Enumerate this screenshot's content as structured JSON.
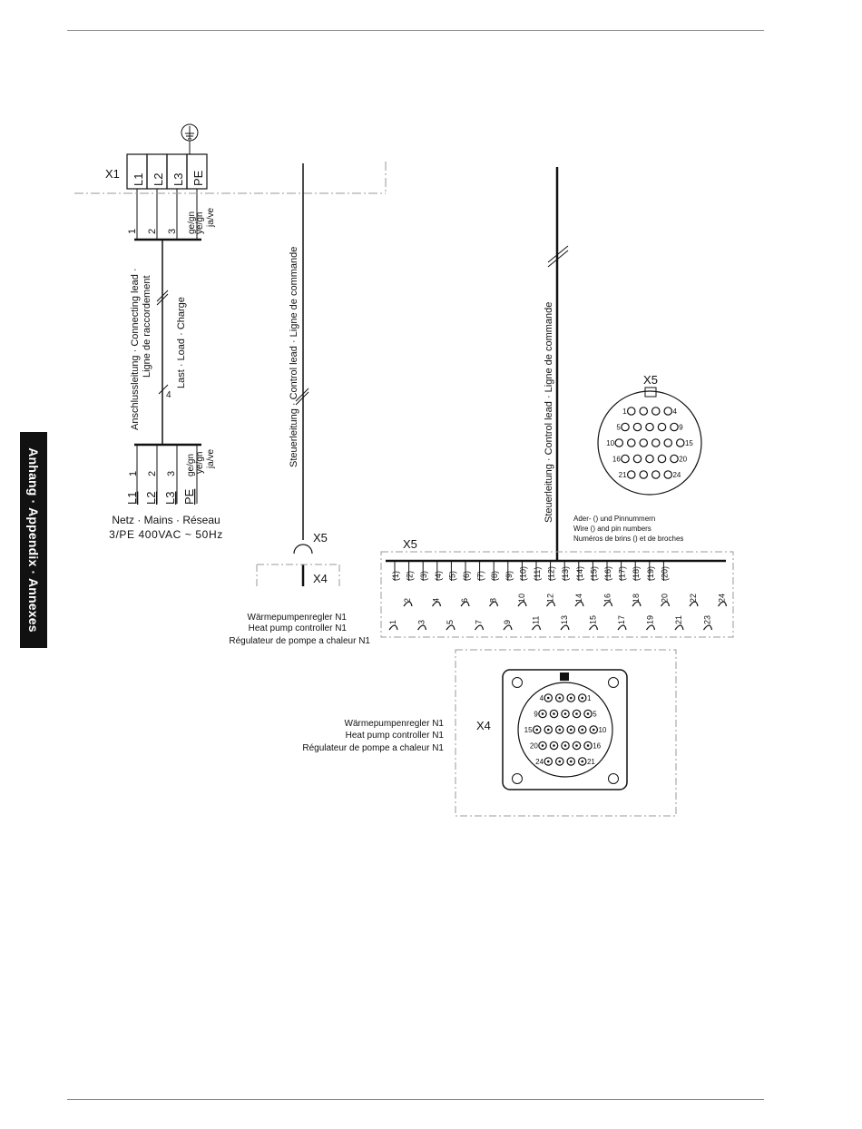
{
  "side_tab": "Anhang · Appendix · Annexes",
  "x1": {
    "label": "X1",
    "terminals": [
      "L1",
      "L2",
      "L3",
      "PE"
    ],
    "wire_numbers": [
      "1",
      "2",
      "3",
      "ge/gn"
    ],
    "color_en": "ye/gn",
    "color_fr": "ja/ve"
  },
  "connecting_lead": {
    "line1": "Anschlussleitung · Connecting lead ·",
    "line2": "Ligne de raccordement",
    "load": "Last · Load · Charge",
    "cores": "4"
  },
  "mains": {
    "terminals": [
      "L1",
      "L2",
      "L3",
      "PE"
    ],
    "wire_numbers": [
      "1",
      "2",
      "3",
      "ge/gn"
    ],
    "color_en": "ye/gn",
    "color_fr": "ja/ve",
    "title": "Netz · Mains · Réseau",
    "spec": "3/PE 400VAC ~ 50Hz"
  },
  "control_lead": "Steuerleitung · Control lead · Ligne de commande",
  "plug": {
    "x5": "X5",
    "x4": "X4"
  },
  "controller_n1": [
    "Wärmepumpenregler N1",
    "Heat pump controller N1",
    "Régulateur de pompe a chaleur N1"
  ],
  "wire_legend": [
    "Ader- () und Pinnummern",
    "Wire () and pin numbers",
    "Numéros de brins () et de broches"
  ],
  "x5_strip": {
    "label": "X5",
    "wires": [
      "(1)",
      "(2)",
      "(3)",
      "(4)",
      "(5)",
      "(6)",
      "(7)",
      "(8)",
      "(9)",
      "(10)",
      "(11)",
      "(12)",
      "(13)",
      "(14)",
      "(15)",
      "(16)",
      "(17)",
      "(18)",
      "(19)",
      "(20)"
    ],
    "pins_top": [
      "2",
      "4",
      "6",
      "8",
      "10",
      "12",
      "14",
      "16",
      "18",
      "20",
      "22",
      "24"
    ],
    "pins_bottom": [
      "1",
      "3",
      "5",
      "7",
      "9",
      "11",
      "13",
      "15",
      "17",
      "19",
      "21",
      "23"
    ]
  },
  "x5_connector": {
    "label": "X5",
    "row_labels": [
      [
        "1",
        "4"
      ],
      [
        "5",
        "9"
      ],
      [
        "10",
        "15"
      ],
      [
        "16",
        "20"
      ],
      [
        "21",
        "24"
      ]
    ]
  },
  "x4_connector": {
    "label": "X4",
    "row_labels": [
      [
        "4",
        "1"
      ],
      [
        "9",
        "5"
      ],
      [
        "15",
        "10"
      ],
      [
        "20",
        "16"
      ],
      [
        "24",
        "21"
      ]
    ]
  }
}
